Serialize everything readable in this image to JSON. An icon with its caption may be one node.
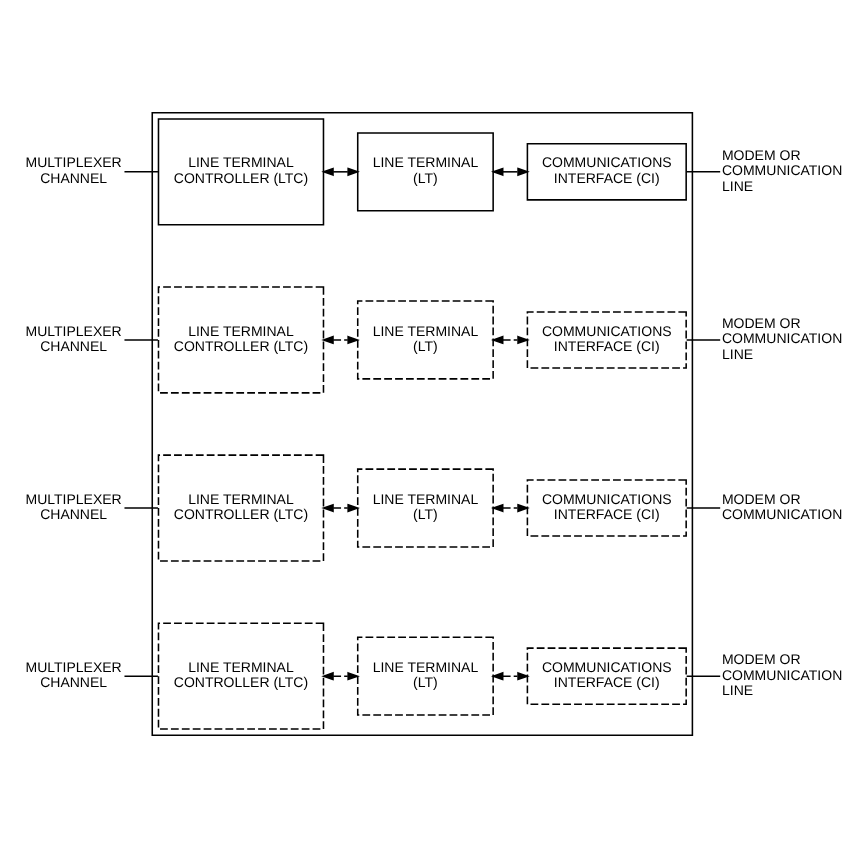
{
  "diagram": {
    "nodes": [
      {
        "text": [],
        "shape": "box"
      },
      {
        "text": [
          "MULTIPLEXER CHANNEL"
        ]
      },
      {
        "text": [
          "LINE TERMINAL CONTROLLER (LTC)"
        ],
        "in": 0
      },
      {
        "text": [
          "LINE TERMINAL (LT)"
        ],
        "in": 0
      },
      {
        "text": [
          "COMMUNICATIONS INTERFACE (CI)"
        ],
        "in": 0
      },
      {
        "text": [
          "MODEM OR COMMUNICATION LINE"
        ]
      },
      {
        "text": [
          "MULTIPLEXER CHANNEL"
        ]
      },
      {
        "text": [
          "LINE TERMINAL CONTROLLER (LTC)"
        ],
        "in": 0
      },
      {
        "text": [
          "LINE TERMINAL (LT)"
        ],
        "in": 0
      },
      {
        "text": [
          "COMMUNICATIONS INTERFACE (CI)"
        ],
        "in": 0
      },
      {
        "text": [
          "MODEM OR COMMUNICATION LINE"
        ]
      },
      {
        "text": [
          "MULTIPLEXER CHANNEL"
        ]
      },
      {
        "text": [
          "LINE TERMINAL CONTROLLER (LTC)"
        ],
        "in": 0
      },
      {
        "text": [
          "LINE TERMINAL (LT)"
        ],
        "in": 0
      },
      {
        "text": [
          "COMMUNICATIONS INTERFACE (CI)"
        ],
        "in": 0
      },
      {
        "text": [
          "MODEM OR COMMUNICATION"
        ]
      },
      {
        "text": [
          "MULTIPLEXER CHANNEL"
        ]
      },
      {
        "text": [
          "LINE TERMINAL CONTROLLER (LTC)"
        ],
        "in": 0
      },
      {
        "text": [
          "LINE TERMINAL (LT)"
        ],
        "in": 0
      },
      {
        "text": [
          "COMMUNICATIONS INTERFACE (CI)"
        ],
        "in": 0
      },
      {
        "text": [
          "MODEM OR COMMUNICATION LINE"
        ]
      }
    ],
    "edges": [
      {
        "from": 1,
        "to": 2,
        "arrow": "none"
      },
      {
        "from": 2,
        "to": 3,
        "arrow": "both"
      },
      {
        "from": 3,
        "to": 4,
        "arrow": "both"
      },
      {
        "from": 4,
        "to": 5,
        "arrow": "none"
      },
      {
        "from": 6,
        "to": 7,
        "arrow": "none"
      },
      {
        "from": 7,
        "to": 8,
        "arrow": "both",
        "style": "dashed"
      },
      {
        "from": 8,
        "to": 9,
        "arrow": "both",
        "style": "dashed"
      },
      {
        "from": 9,
        "to": 10,
        "arrow": "none"
      },
      {
        "from": 11,
        "to": 12,
        "arrow": "none"
      },
      {
        "from": 12,
        "to": 13,
        "arrow": "both",
        "style": "dashed"
      },
      {
        "from": 13,
        "to": 14,
        "arrow": "both",
        "style": "dashed"
      },
      {
        "from": 14,
        "to": 15,
        "arrow": "none"
      },
      {
        "from": 16,
        "to": 17,
        "arrow": "none"
      },
      {
        "from": 17,
        "to": 18,
        "arrow": "both",
        "style": "dashed"
      },
      {
        "from": 18,
        "to": 19,
        "arrow": "both",
        "style": "dashed"
      },
      {
        "from": 19,
        "to": 20,
        "arrow": "none"
      }
    ]
  }
}
